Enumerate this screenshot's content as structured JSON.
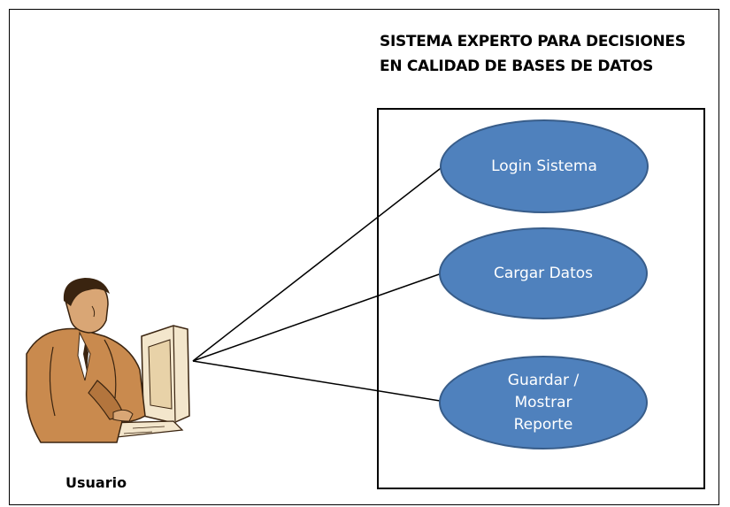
{
  "title": {
    "line1": "SISTEMA EXPERTO PARA DECISIONES",
    "line2": "EN CALIDAD DE BASES DE DATOS"
  },
  "actor": {
    "label": "Usuario",
    "icon": "person-at-computer-icon"
  },
  "use_cases": [
    {
      "label": "Login Sistema"
    },
    {
      "label": "Cargar Datos"
    },
    {
      "label": "Guardar /\nMostrar\nReporte"
    }
  ],
  "colors": {
    "use_case_fill": "#4f81bd",
    "use_case_stroke": "#385d8a",
    "use_case_text": "#ffffff",
    "line": "#000000"
  }
}
